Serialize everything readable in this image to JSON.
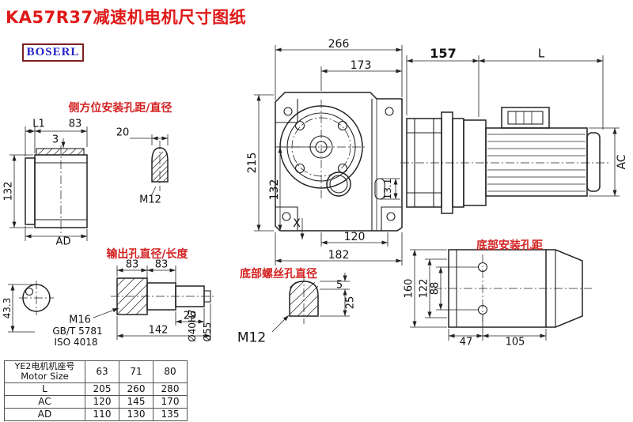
{
  "colors": {
    "accent_red": "#e01818",
    "label_red": "#d42222",
    "brand_blue": "#2323c8"
  },
  "header": {
    "title": "KA57R37减速机电机尺寸图纸",
    "brand": "BOSERL"
  },
  "labels": {
    "side_mount": "侧方位安装孔距/直径",
    "output": "输出孔直径/长度",
    "bottom_screw": "底部螺丝孔直径",
    "bottom_mount": "底部安装孔距"
  },
  "side_view": {
    "l1": "L1",
    "w83": "83",
    "t3": "3",
    "w20": "20",
    "m12": "M12",
    "h132": "132",
    "ad": "AD"
  },
  "front_view": {
    "w266": "266",
    "w173": "173",
    "h215": "215",
    "h132": "132",
    "h13_1": "13.1",
    "x_mark": "X",
    "w120": "120",
    "w182": "182"
  },
  "motor_view": {
    "w157": "157",
    "l": "L",
    "ac": "AC"
  },
  "output_view": {
    "w83a": "83",
    "w83b": "83",
    "m16": "M16",
    "std_gb": "GB/T 5781",
    "std_iso": "ISO 4018",
    "l29": "29",
    "l142": "142",
    "d40": "Ø40H7",
    "d55": "Ø55",
    "h43_3": "43.3"
  },
  "bottom_screw": {
    "m12": "M12",
    "g5": "5",
    "g25": "25"
  },
  "bottom_mount": {
    "h160": "160",
    "h122": "122",
    "h88": "88",
    "w47": "47",
    "w105": "105"
  },
  "table": {
    "header_cn": "YE2电机机座号",
    "header_en": "Motor Size",
    "sizes": [
      "63",
      "71",
      "80"
    ],
    "rows": [
      {
        "label": "L",
        "values": [
          "205",
          "260",
          "280"
        ]
      },
      {
        "label": "AC",
        "values": [
          "120",
          "145",
          "170"
        ]
      },
      {
        "label": "AD",
        "values": [
          "110",
          "130",
          "135"
        ]
      }
    ]
  }
}
